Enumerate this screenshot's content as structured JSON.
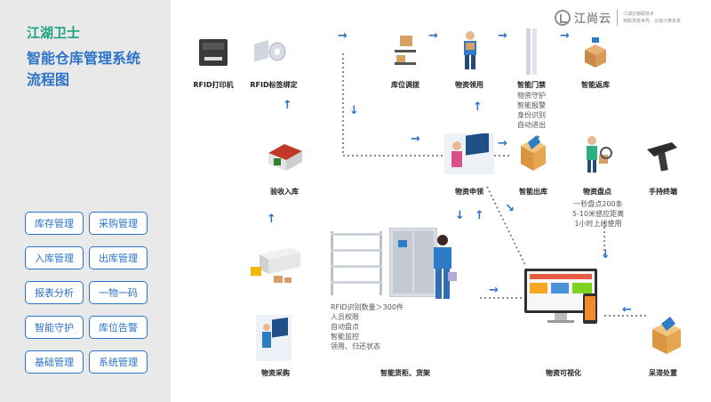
{
  "sidebar": {
    "brand": "江湖卫士",
    "title_lines": [
      "智能仓库管理系统",
      "流程图"
    ],
    "modules": [
      "库存管理",
      "采购管理",
      "入库管理",
      "出库管理",
      "报表分析",
      "一物一码",
      "智能守护",
      "库位告警",
      "基础管理",
      "系统管理"
    ]
  },
  "logo": {
    "name": "江尚云",
    "tagline": [
      "江湖云物联技术",
      "物联改变世界，云端计算未来"
    ]
  },
  "nodes": {
    "rfid_printer": "RFID打印机",
    "rfid_binding": "RFID标签绑定",
    "location_transfer": "库位调拨",
    "material_claim": "物资领用",
    "smart_gate": "智能门禁",
    "smart_return": "智能返库",
    "receiving": "验收入库",
    "material_apply": "物资申领",
    "smart_outbound": "智能出库",
    "material_count": "物资盘点",
    "handheld": "手持终端",
    "procurement": "物资采购",
    "smart_cabinet": "智能货柜、货架",
    "visualization": "物资可视化",
    "scrap": "呆滞处置"
  },
  "notes": {
    "gate": [
      "物资守护",
      "智能报警",
      "身份识别",
      "自动进出"
    ],
    "count": [
      "一秒盘点200条",
      "5-10米感应距离",
      "1小时上线使用"
    ],
    "cabinet": [
      "RFID识别数量＞300件",
      "人员权限",
      "自动盘点",
      "智能监控",
      "领用、归还状态"
    ]
  },
  "colors": {
    "accent_blue": "#2b73c9",
    "brand_green": "#1aa37c",
    "sidebar_bg": "#e9e9e9"
  }
}
